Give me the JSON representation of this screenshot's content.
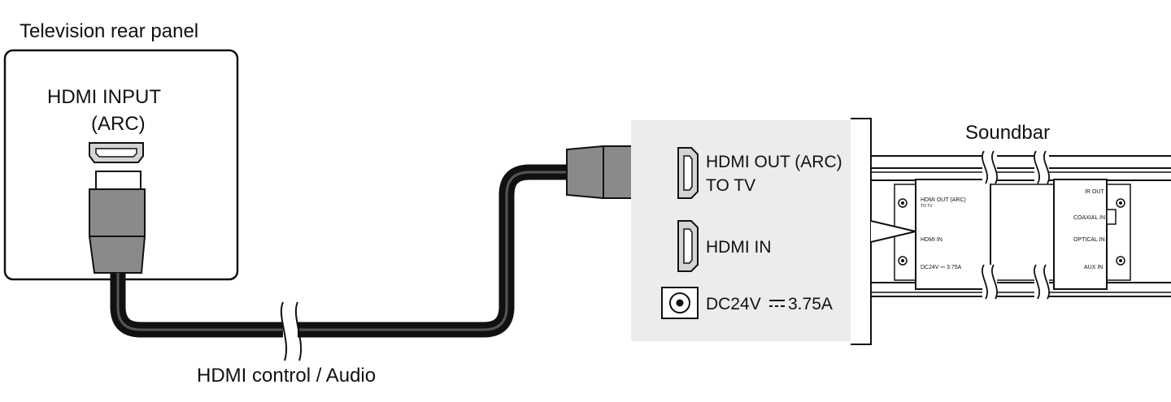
{
  "tv": {
    "title": "Television rear panel",
    "port_label_line1": "HDMI INPUT",
    "port_label_line2": "(ARC)"
  },
  "cable": {
    "label": "HDMI control / Audio"
  },
  "soundbar": {
    "title": "Soundbar",
    "zoom_panel": {
      "hdmi_out_line1": "HDMI OUT (ARC)",
      "hdmi_out_line2": "TO TV",
      "hdmi_in": "HDMI IN",
      "dc_label": "DC24V",
      "dc_rating": "3.75A"
    },
    "panel_labels": {
      "hdmi_out_line1": "HDMI OUT (ARC)",
      "hdmi_out_line2": "TO TV",
      "hdmi_in": "HDMI IN",
      "dc": "DC24V ⎓ 3.75A",
      "ir_out": "IR OUT",
      "coaxial_in": "COAXIAL IN",
      "optical_in": "OPTICAL IN",
      "aux_in": "AUX IN"
    }
  },
  "colors": {
    "connector_gray": "#8a8a8a",
    "cable_black": "#111111",
    "zoom_bg": "#ececec",
    "port_fill": "#d4d4d4"
  }
}
